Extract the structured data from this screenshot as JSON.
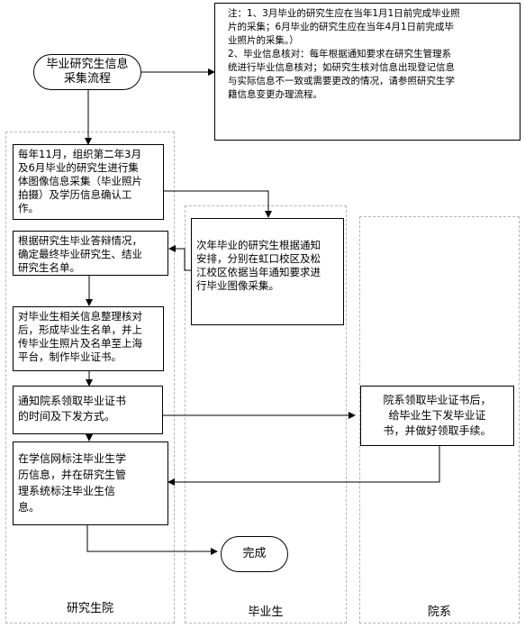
{
  "lanes": {
    "graduate_school": "研究生院",
    "graduates": "毕业生",
    "departments": "院系"
  },
  "start": "毕业研究生信息\n采集流程",
  "note": "注：1、3月毕业的研究生应在当年1月1日前完成毕业照\n片的采集；6月毕业的研究生应在当年4月1日前完成毕\n业照片的采集。）\n2、毕业信息核对：每年根据通知要求在研究生管理系\n统进行毕业信息核对；如研究生核对信息出现登记信息\n与实际信息不一致或需要更改的情况，请参照研究生学\n籍信息变更办理流程。",
  "steps": {
    "s1": "每年11月，组织第二年3月\n及6月毕业的研究生进行集\n体图像信息采集（毕业照片\n拍摄）及学历信息确认工\n作。",
    "s2": "根据研究生毕业答辩情况，\n确定最终毕业研究生、结业\n研究生名单。",
    "s3": "对毕业生相关信息整理核对\n后，形成毕业生名单，并上\n传毕业生照片及名单至上海\n平台，制作毕业证书。",
    "s4": "通知院系领取毕业证书\n的时间及下发方式。",
    "s5": "在学信网标注毕业生学\n历信息，并在研究生管\n理系统标注毕业生信\n息。",
    "grad_step": "次年毕业的研究生根据通知\n安排，分别在虹口校区及松\n江校区依据当年通知要求进\n行毕业图像采集。",
    "dept_step": "院系领取毕业证书后，\n给毕业生下发毕业证\n书，并做好领取手续。"
  },
  "end": "完成"
}
